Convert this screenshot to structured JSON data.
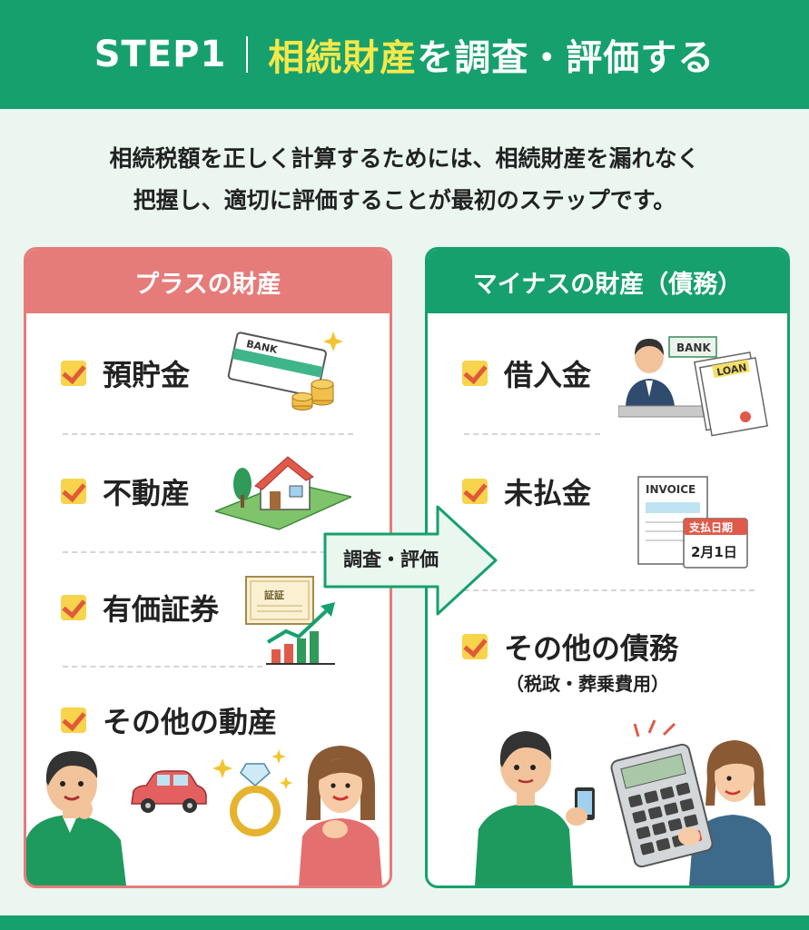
{
  "header": {
    "step": "STEP1",
    "title_highlight": "相続財産",
    "title_rest": "を調査・評価する"
  },
  "intro": {
    "line1": "相続税額を正しく計算するためには、相続財産を漏れなく",
    "line2": "把握し、適切に評価することが最初のステップです。"
  },
  "plus_panel": {
    "title": "プラスの財産",
    "items": [
      {
        "label": "預貯金",
        "icon": "bank-deposit-icon"
      },
      {
        "label": "不動産",
        "icon": "house-icon"
      },
      {
        "label": "有価証券",
        "icon": "securities-icon"
      },
      {
        "label": "その他の動産",
        "icon": "car-ring-icon"
      }
    ],
    "bankbook_text": "BANK",
    "certificate_text": "証証"
  },
  "minus_panel": {
    "title": "マイナスの財産（債務）",
    "items": [
      {
        "label": "借入金",
        "icon": "loan-icon"
      },
      {
        "label": "未払金",
        "icon": "invoice-icon"
      },
      {
        "label": "その他の債務",
        "sub": "（税政・葬乗費用）"
      }
    ],
    "bank_sign": "BANK",
    "loan_doc": "LOAN",
    "invoice_title": "INVOICE",
    "due_label": "支払日期",
    "due_date": "2月1日"
  },
  "arrow": {
    "label": "調査・評価"
  },
  "colors": {
    "green": "#16a06e",
    "coral": "#e57c7a",
    "yellow": "#f6e84a",
    "background": "#eaf6ef"
  }
}
